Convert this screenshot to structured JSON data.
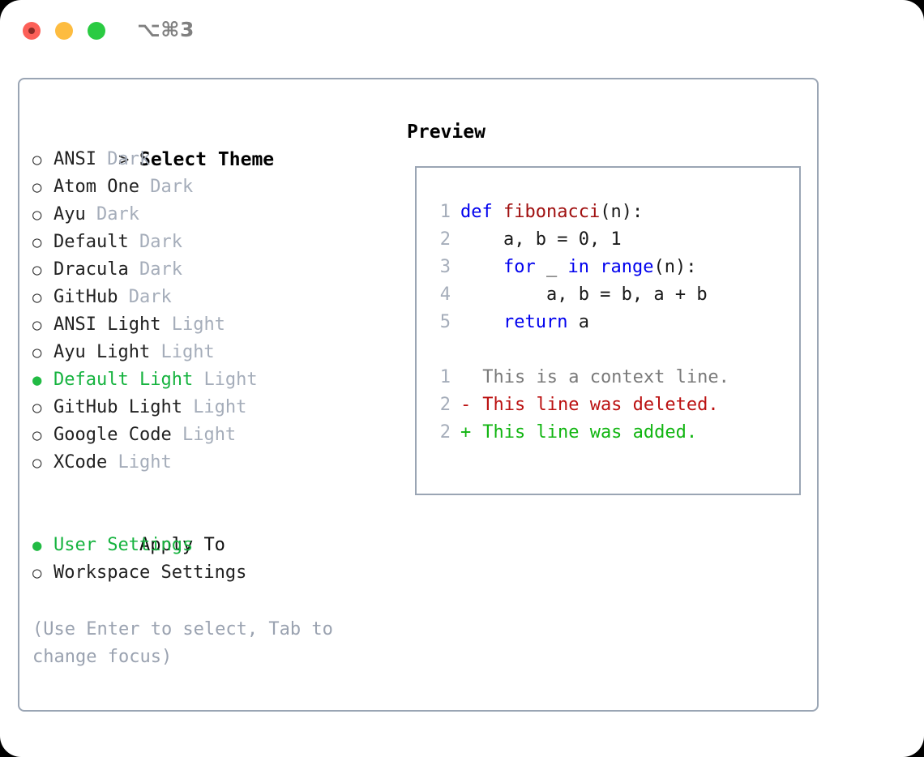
{
  "window": {
    "title": "⌥⌘3",
    "traffic_lights": [
      {
        "name": "close",
        "color": "#fc6058"
      },
      {
        "name": "minimize",
        "color": "#fdbc40"
      },
      {
        "name": "maximize",
        "color": "#2acb42"
      }
    ]
  },
  "theme_picker": {
    "header_marker": ">",
    "header": "Select Theme",
    "selected_marker": "●",
    "unselected_marker": "○",
    "items": [
      {
        "name": "ANSI",
        "kind": "Dark",
        "selected": false
      },
      {
        "name": "Atom One",
        "kind": "Dark",
        "selected": false
      },
      {
        "name": "Ayu",
        "kind": "Dark",
        "selected": false
      },
      {
        "name": "Default",
        "kind": "Dark",
        "selected": false
      },
      {
        "name": "Dracula",
        "kind": "Dark",
        "selected": false
      },
      {
        "name": "GitHub",
        "kind": "Dark",
        "selected": false
      },
      {
        "name": "ANSI Light",
        "kind": "Light",
        "selected": false
      },
      {
        "name": "Ayu Light",
        "kind": "Light",
        "selected": false
      },
      {
        "name": "Default Light",
        "kind": "Light",
        "selected": true
      },
      {
        "name": "GitHub Light",
        "kind": "Light",
        "selected": false
      },
      {
        "name": "Google Code",
        "kind": "Light",
        "selected": false
      },
      {
        "name": "XCode",
        "kind": "Light",
        "selected": false
      }
    ]
  },
  "apply_to": {
    "header": "Apply To",
    "items": [
      {
        "label": "User Settings",
        "selected": true
      },
      {
        "label": "Workspace Settings",
        "selected": false
      }
    ]
  },
  "hint": "(Use Enter to select, Tab to change focus)",
  "preview": {
    "title": "Preview",
    "code_lines": [
      {
        "number": "1",
        "tokens": [
          {
            "text": "def ",
            "type": "kw"
          },
          {
            "text": "fibonacci",
            "type": "fn"
          },
          {
            "text": "(n):",
            "type": "plain"
          }
        ]
      },
      {
        "number": "2",
        "tokens": [
          {
            "text": "    a, b = 0, 1",
            "type": "plain"
          }
        ]
      },
      {
        "number": "3",
        "tokens": [
          {
            "text": "    ",
            "type": "plain"
          },
          {
            "text": "for",
            "type": "kw"
          },
          {
            "text": " _ ",
            "type": "plain"
          },
          {
            "text": "in",
            "type": "kw"
          },
          {
            "text": " ",
            "type": "plain"
          },
          {
            "text": "range",
            "type": "kw"
          },
          {
            "text": "(n):",
            "type": "plain"
          }
        ]
      },
      {
        "number": "4",
        "tokens": [
          {
            "text": "        a, b = b, a + b",
            "type": "plain"
          }
        ]
      },
      {
        "number": "5",
        "tokens": [
          {
            "text": "    ",
            "type": "plain"
          },
          {
            "text": "return",
            "type": "kw"
          },
          {
            "text": " a",
            "type": "plain"
          }
        ]
      }
    ],
    "diff_lines": [
      {
        "number": "1",
        "sign": " ",
        "text": "This is a context line.",
        "type": "ctx"
      },
      {
        "number": "2",
        "sign": "-",
        "text": "This line was deleted.",
        "type": "del"
      },
      {
        "number": "2",
        "sign": "+",
        "text": "This line was added.",
        "type": "add"
      }
    ]
  },
  "colors": {
    "accent_green": "#16b33f",
    "muted": "#a5adba",
    "border": "#9aa5b4",
    "keyword": "#0000ee",
    "function": "#a01010",
    "diff_delete": "#bb1111",
    "diff_add": "#11b511"
  }
}
